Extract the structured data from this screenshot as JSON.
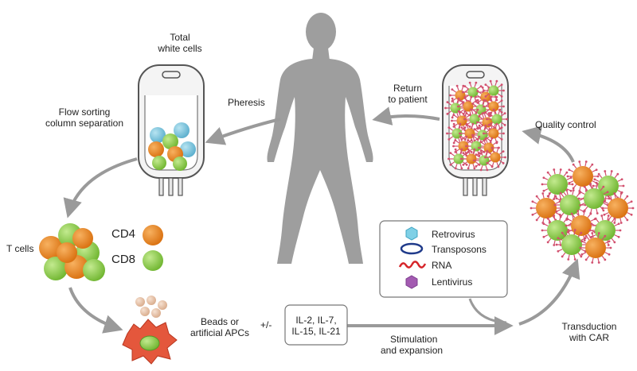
{
  "labels": {
    "total_white_cells": [
      "Total",
      "white cells"
    ],
    "pheresis": "Pheresis",
    "return_to_patient": [
      "Return",
      "to patient"
    ],
    "flow_sorting": [
      "Flow sorting",
      "column separation"
    ],
    "quality_control": "Quality control",
    "t_cells": "T cells",
    "cd4": "CD4",
    "cd8": "CD8",
    "beads": [
      "Beads or",
      "artificial APCs"
    ],
    "plus_minus": "+/-",
    "interleukins": [
      "IL-2, IL-7,",
      "IL-15, IL-21"
    ],
    "stimulation": [
      "Stimulation",
      "and expansion"
    ],
    "transduction": [
      "Transduction",
      "with CAR"
    ]
  },
  "legend": [
    {
      "label": "Retrovirus",
      "icon": "retrovirus-icon"
    },
    {
      "label": "Transposons",
      "icon": "transposons-icon"
    },
    {
      "label": "RNA",
      "icon": "rna-icon"
    },
    {
      "label": "Lentivirus",
      "icon": "lentivirus-icon"
    }
  ],
  "colors": {
    "cd4": "#e8841f",
    "cd8": "#8fcf4a",
    "blue_cell": "#7fc6e0",
    "arrow": "#9a9a9a",
    "silhouette": "#9e9e9e",
    "bead": "#e6c2a8",
    "apc": "#e4573c",
    "spike": "#d2506e",
    "legend_retro": "#7fd0e6",
    "legend_transposon": "#1f3a8a",
    "legend_rna": "#d6262b",
    "legend_lenti": "#a35bb1"
  }
}
